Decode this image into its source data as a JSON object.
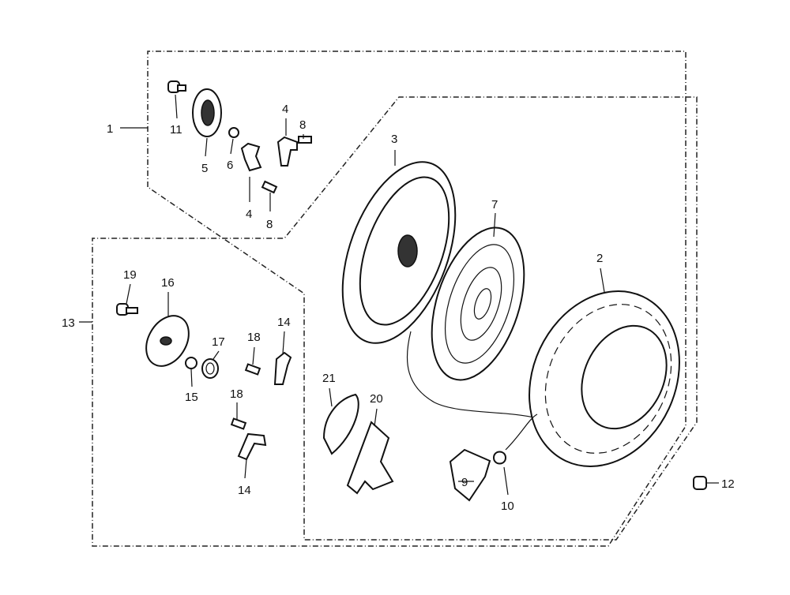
{
  "diagram": {
    "type": "exploded-parts-diagram",
    "callouts": [
      {
        "id": "c1",
        "text": "1"
      },
      {
        "id": "c11",
        "text": "11"
      },
      {
        "id": "c5",
        "text": "5"
      },
      {
        "id": "c6",
        "text": "6"
      },
      {
        "id": "c4a",
        "text": "4"
      },
      {
        "id": "c8a",
        "text": "8"
      },
      {
        "id": "c4b",
        "text": "4"
      },
      {
        "id": "c8b",
        "text": "8"
      },
      {
        "id": "c3",
        "text": "3"
      },
      {
        "id": "c7",
        "text": "7"
      },
      {
        "id": "c2",
        "text": "2"
      },
      {
        "id": "c19",
        "text": "19"
      },
      {
        "id": "c16",
        "text": "16"
      },
      {
        "id": "c13",
        "text": "13"
      },
      {
        "id": "c17",
        "text": "17"
      },
      {
        "id": "c18a",
        "text": "18"
      },
      {
        "id": "c14a",
        "text": "14"
      },
      {
        "id": "c15",
        "text": "15"
      },
      {
        "id": "c18b",
        "text": "18"
      },
      {
        "id": "c14b",
        "text": "14"
      },
      {
        "id": "c21",
        "text": "21"
      },
      {
        "id": "c20",
        "text": "20"
      },
      {
        "id": "c9",
        "text": "9"
      },
      {
        "id": "c10",
        "text": "10"
      },
      {
        "id": "c12",
        "text": "12"
      }
    ]
  }
}
